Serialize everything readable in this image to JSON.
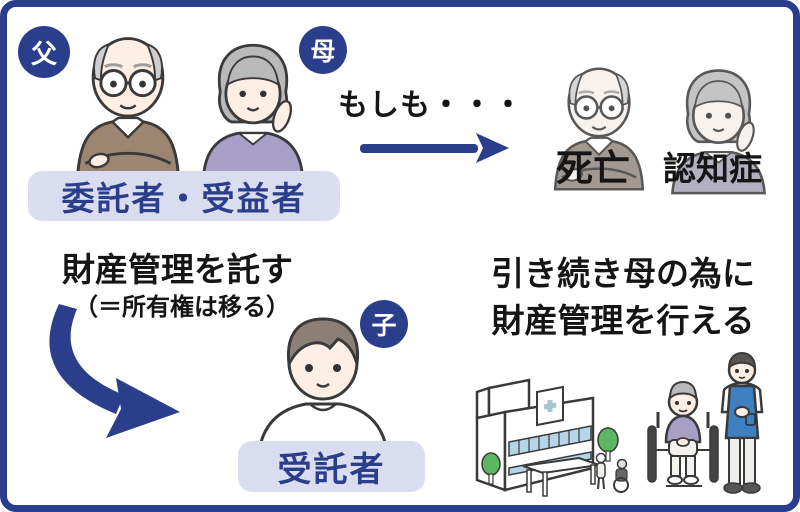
{
  "colors": {
    "accent_blue": "#2b3e8c",
    "label_bg": "#d9ddef",
    "label_text": "#2b3e8c",
    "text_black": "#151515",
    "father_sweater": "#9c8672",
    "mother_cardigan": "#a89fc7",
    "son_hair": "#8a8076",
    "caregiver_apron": "#3d7fbf",
    "hospital_window_blue": "#b5d6e8",
    "tree_green": "#5cb560"
  },
  "badges": {
    "father": "父",
    "mother": "母",
    "child": "子"
  },
  "labels": {
    "settlor_beneficiary": "委託者・受益者",
    "trustee": "受託者"
  },
  "texts": {
    "what_if": "もしも・・・",
    "death": "死亡",
    "dementia": "認知症",
    "entrust": "財産管理を託す",
    "ownership_note": "（＝所有権は移る）",
    "continue_line1": "引き続き母の為に",
    "continue_line2": "財産管理を行える"
  }
}
